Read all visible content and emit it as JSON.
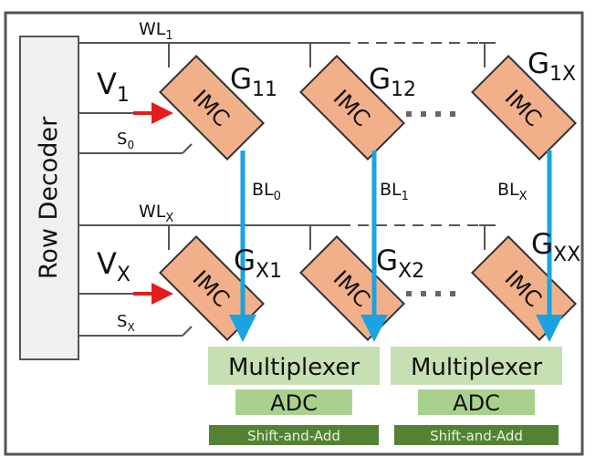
{
  "row_decoder": {
    "label": "Row Decoder"
  },
  "cell_label": "IMC",
  "wordlines": [
    {
      "base": "WL",
      "sub": "1"
    },
    {
      "base": "WL",
      "sub": "X"
    }
  ],
  "bitlines": [
    {
      "base": "BL",
      "sub": "0"
    },
    {
      "base": "BL",
      "sub": "1"
    },
    {
      "base": "BL",
      "sub": "X"
    }
  ],
  "inputs": [
    {
      "base": "V",
      "sub": "1"
    },
    {
      "base": "V",
      "sub": "X"
    }
  ],
  "selects": [
    {
      "base": "S",
      "sub": "0"
    },
    {
      "base": "S",
      "sub": "X"
    }
  ],
  "conductances": [
    {
      "base": "G",
      "sub": "11"
    },
    {
      "base": "G",
      "sub": "12"
    },
    {
      "base": "G",
      "sub": "1X"
    },
    {
      "base": "G",
      "sub": "X1"
    },
    {
      "base": "G",
      "sub": "X2"
    },
    {
      "base": "G",
      "sub": "XX"
    }
  ],
  "periphery": {
    "multiplexer": "Multiplexer",
    "adc": "ADC",
    "shift_add": "Shift-and-Add"
  },
  "colors": {
    "cell_fill": "#f2b08a",
    "cell_stroke": "#333333",
    "bitline": "#1aa3e0",
    "input_arrow": "#e51c1c",
    "mux_fill": "#c6e0b4",
    "adc_fill": "#a9d18e",
    "shift_fill": "#548235",
    "decoder_fill": "#f0f0f0",
    "frame": "#555555",
    "wire": "#555555"
  }
}
